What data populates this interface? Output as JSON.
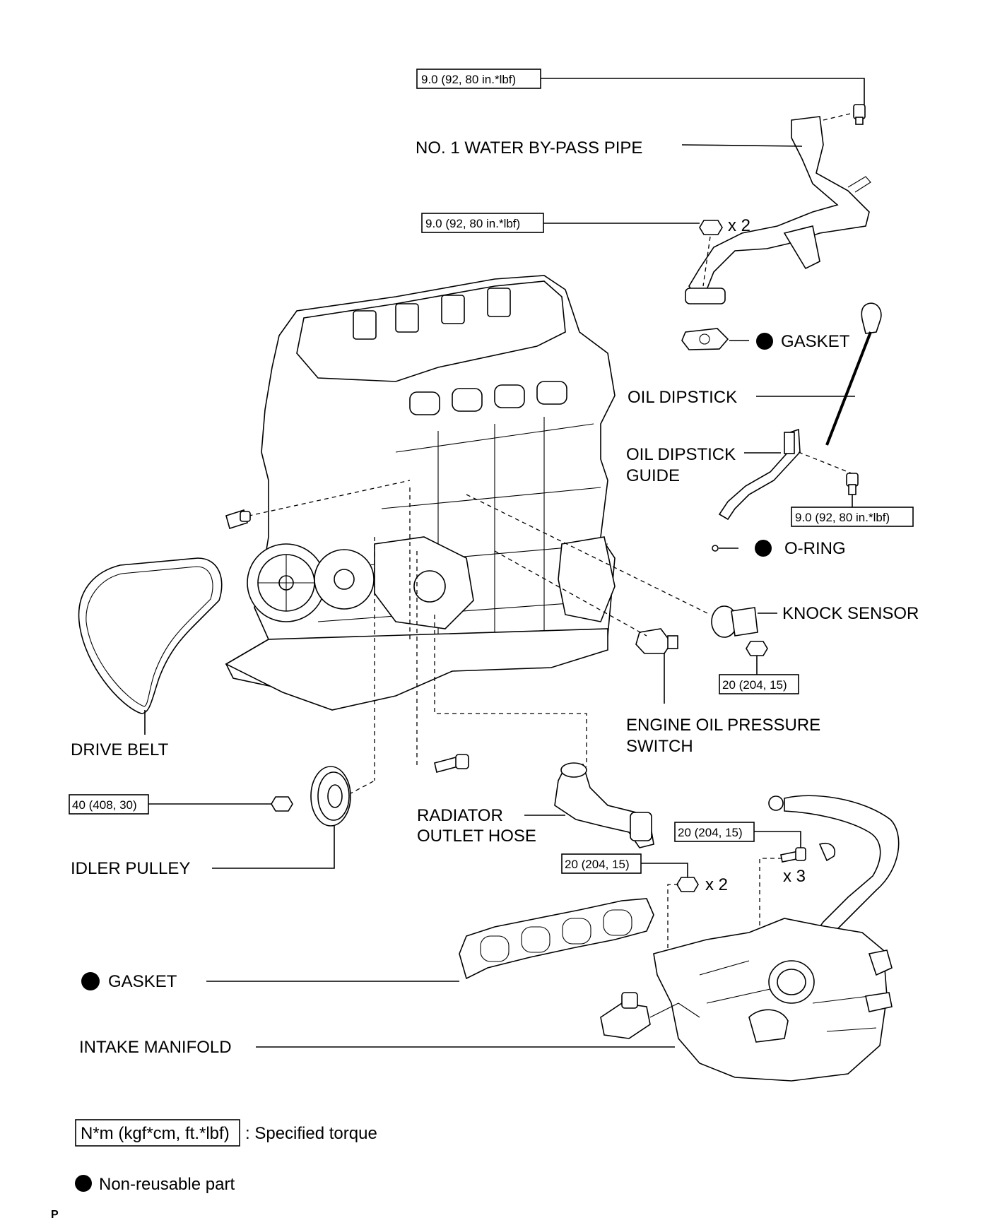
{
  "torque": {
    "pipe_bolt": "9.0 (92, 80 in.*lbf)",
    "pipe_nut": "9.0 (92, 80 in.*lbf)",
    "dipstick_bolt": "9.0 (92, 80 in.*lbf)",
    "knock_nut": "20 (204, 15)",
    "idler_nut": "40 (408, 30)",
    "manifold_bolt": "20 (204, 15)",
    "manifold_nut": "20 (204, 15)"
  },
  "labels": {
    "water_pipe": "NO. 1 WATER BY-PASS PIPE",
    "gasket_top": "GASKET",
    "oil_dipstick": "OIL DIPSTICK",
    "dipstick_guide_1": "OIL DIPSTICK",
    "dipstick_guide_2": "GUIDE",
    "o_ring": "O-RING",
    "knock_sensor": "KNOCK SENSOR",
    "oil_pressure_1": "ENGINE OIL PRESSURE",
    "oil_pressure_2": "SWITCH",
    "drive_belt": "DRIVE BELT",
    "radiator_1": "RADIATOR",
    "radiator_2": "OUTLET HOSE",
    "idler_pulley": "IDLER PULLEY",
    "gasket_bottom": "GASKET",
    "intake_manifold": "INTAKE MANIFOLD"
  },
  "quantities": {
    "pipe_nut": "x 2",
    "manifold_bolt": "x 3",
    "manifold_nut": "x 2"
  },
  "legend": {
    "torque_unit": "N*m (kgf*cm, ft.*lbf)",
    "torque_text": ": Specified torque",
    "nonreusable_text": "Non-reusable part"
  },
  "footer_letter": "P"
}
